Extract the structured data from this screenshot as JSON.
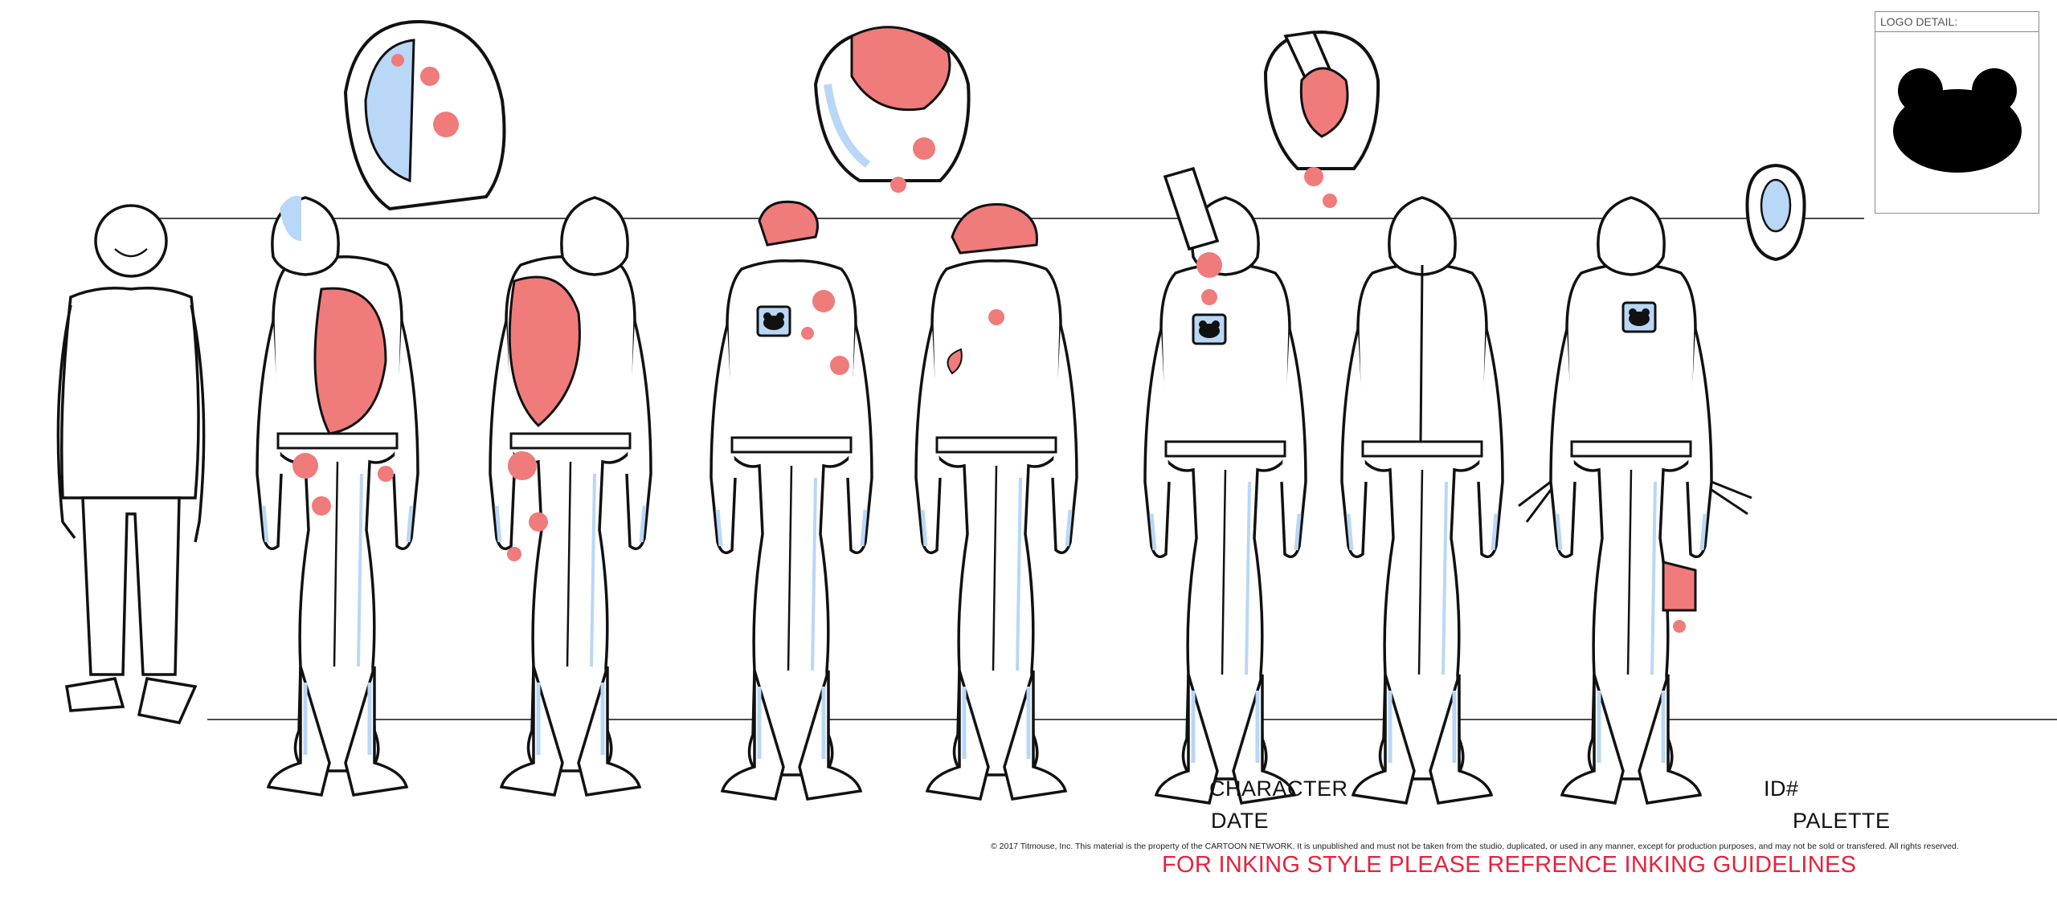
{
  "logo_detail": {
    "title": "LOGO DETAIL:"
  },
  "labels": {
    "character": "CHARACTER",
    "date": "DATE",
    "id": "ID#",
    "palette": "PALETTE"
  },
  "copyright": "© 2017 Titmouse, Inc. This material is the property of the CARTOON NETWORK. It is unpublished and must not be taken from the studio, duplicated, or used in any manner, except for production purposes, and may not be sold or transfered. All rights reserved.",
  "inking_note": "FOR INKING STYLE PLEASE REFRENCE INKING GUIDELINES",
  "colors": {
    "ink": "#111111",
    "blood": "#f07b7b",
    "blood_dark": "#c44a4a",
    "visor_blue": "#b9d7f7",
    "note_red": "#e8223b"
  },
  "figures": [
    {
      "name": "civilian-front"
    },
    {
      "name": "suit-torso-wound-front"
    },
    {
      "name": "suit-torso-wound-back"
    },
    {
      "name": "suit-head-wound-front"
    },
    {
      "name": "suit-head-wound-back"
    },
    {
      "name": "suit-impaled-front"
    },
    {
      "name": "suit-back"
    },
    {
      "name": "suit-leg-wound-walk"
    }
  ]
}
